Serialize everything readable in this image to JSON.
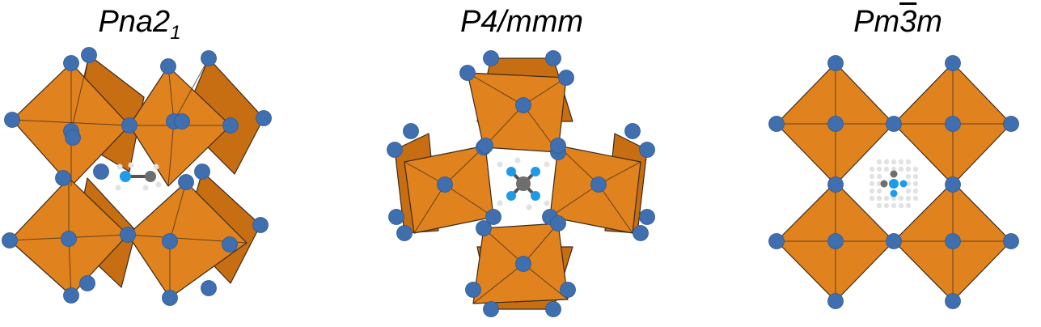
{
  "panels": [
    {
      "id": "pna21",
      "title_main": "Pna2",
      "title_sub": "1"
    },
    {
      "id": "p4mmm",
      "title_main": "P4/mmm"
    },
    {
      "id": "pm3m",
      "title_prefix": "Pm",
      "title_bar": "3",
      "title_suffix": "m"
    }
  ],
  "colors": {
    "octahedron_fill": "#E0831E",
    "octahedron_shade": "#C86E12",
    "octahedron_edge": "#3A2A1C",
    "anion": "#3F6FAF",
    "nitrogen": "#1E9BE8",
    "carbon": "#6E6E6E",
    "hydrogen": "#E2E2E2"
  }
}
